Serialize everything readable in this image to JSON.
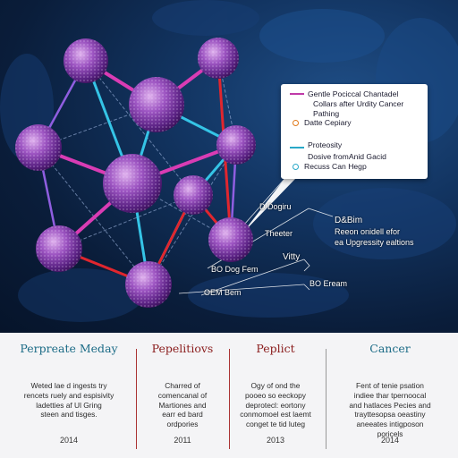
{
  "callout": {
    "lines": [
      "Gentle Pociccal Chantadel",
      "Collars after Urdity Cancer",
      "Pathing",
      "Datte Cepiary",
      "Proteosity",
      "Dosive fromAnid Gacid",
      "Recuss Can Hegp"
    ],
    "colors": {
      "magenta": "#c03aa8",
      "orange": "#e07a1c",
      "cyan": "#29a8c8"
    }
  },
  "labels": {
    "dogiru": "D Dogiru",
    "dabim": "D&Bim",
    "reeon": "Reeon onidell efor",
    "upgresity": "ea Upgressity ealtions",
    "theeter": "Theeter",
    "vitty": "Vitty",
    "dodyfem": "BO Dog Fem",
    "boeream": "BO Eream",
    "oembem": "OEM Bem"
  },
  "columns": [
    {
      "title": "Perpreate Meday",
      "title_color": "#1b6b86",
      "body": [
        "Weted lae d ingests try",
        "rencets ruely and espisivity",
        "ladetties af Ul Gring",
        "steen and tisges."
      ],
      "year": "2014"
    },
    {
      "title": "Pepelitiovs",
      "title_color": "#8a1c1c",
      "body": [
        "Charred of",
        "comencanal of",
        "Martiones and",
        "earr ed bard",
        "ordpories"
      ],
      "year": "2011"
    },
    {
      "title": "Peplict",
      "title_color": "#8a1c1c",
      "body": [
        "Ogy of ond the",
        "pooeo so eeckopy",
        "deprotecl: eortony",
        "conmomoel est laemt",
        "conget te tid luteg"
      ],
      "year": "2013"
    },
    {
      "title": "Cancer",
      "title_color": "#1b6b86",
      "body": [
        "Fent of tenie psation",
        "indiee thar tpernoocal",
        "and hatlaces Pecies and",
        "trayttesopsa oeastiny",
        "aneeates intigposon",
        "poricels"
      ],
      "year": "2014"
    }
  ]
}
